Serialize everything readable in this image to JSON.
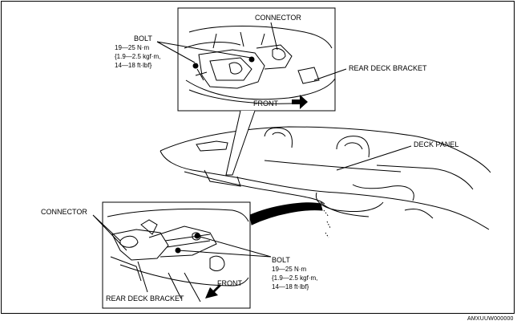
{
  "labels": {
    "top_connector": "CONNECTOR",
    "top_bolt": "BOLT",
    "top_torque": [
      "19—25 N·m",
      "{1.9—2.5 kgf·m,",
      "14—18 ft·lbf}"
    ],
    "top_rear_deck_bracket": "REAR DECK BRACKET",
    "top_front": "FRONT",
    "deck_panel": "DECK PANEL",
    "bottom_connector": "CONNECTOR",
    "bottom_bolt": "BOLT",
    "bottom_torque": [
      "19—25 N·m",
      "{1.9—2.5 kgf·m,",
      "14—18 ft·lbf}"
    ],
    "bottom_front": "FRONT",
    "bottom_rear_deck_bracket": "REAR DECK BRACKET"
  },
  "figure_code": "AMXUUW000000"
}
